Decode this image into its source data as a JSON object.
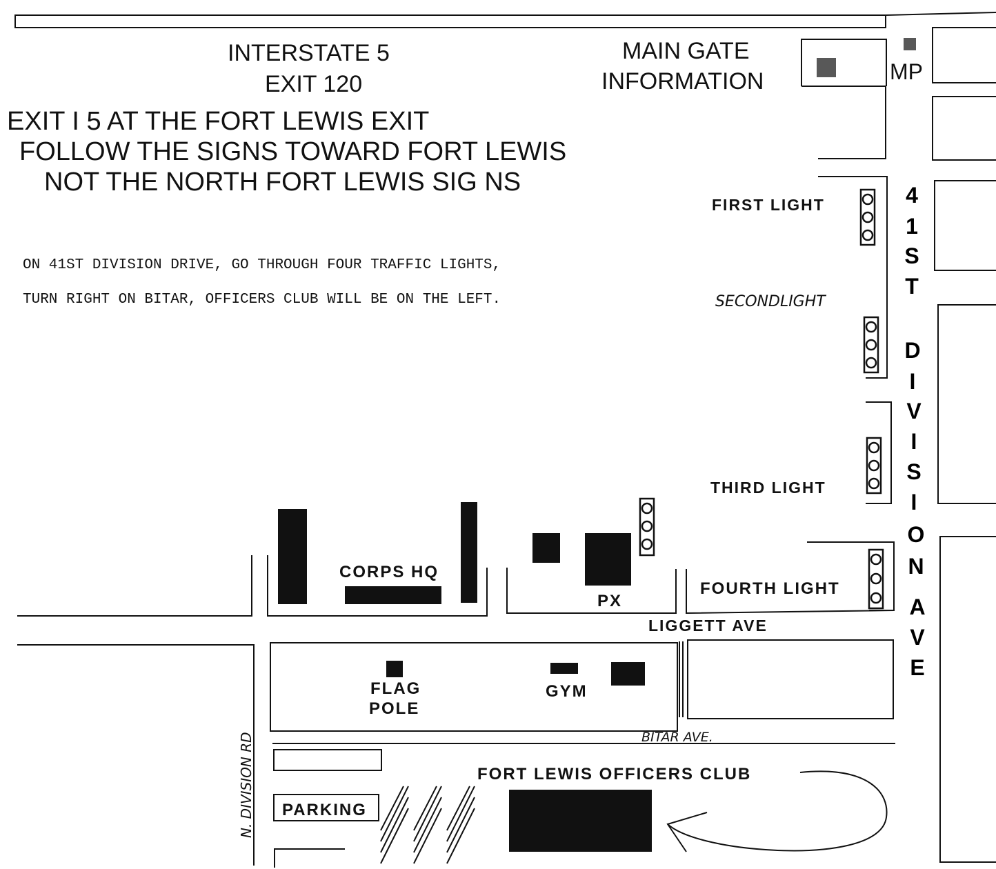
{
  "header": {
    "interstate_line1": "INTERSTATE 5",
    "interstate_line2": "EXIT 120",
    "main_gate_line1": "MAIN GATE",
    "main_gate_line2": "INFORMATION",
    "mp": "MP"
  },
  "directions": {
    "line1": "EXIT I 5 AT THE FORT LEWIS EXIT",
    "line2": "FOLLOW THE SIGNS TOWARD FORT LEWIS",
    "line3": "NOT THE NORTH FORT LEWIS  SIG  NS",
    "note1": "ON 41ST DIVISION DRIVE, GO THROUGH FOUR TRAFFIC LIGHTS,",
    "note2": "TURN RIGHT ON BITAR, OFFICERS CLUB WILL BE ON THE LEFT."
  },
  "lights": {
    "first": "FIRST LIGHT",
    "second": "SECONDLIGHT",
    "third": "THIRD LIGHT",
    "fourth": "FOURTH LIGHT"
  },
  "streets": {
    "main_avenue_chars": [
      "4",
      "1",
      "S",
      "T",
      "D",
      "I",
      "V",
      "I",
      "S",
      "I",
      "O",
      "N",
      "A",
      "V",
      "E"
    ],
    "liggett": "LIGGETT AVE",
    "bitar": "BITAR AVE.",
    "n_division": "N. DIVISION RD"
  },
  "places": {
    "corps_hq": "CORPS HQ",
    "px": "PX",
    "flag_line1": "FLAG",
    "flag_line2": "POLE",
    "gym": "GYM",
    "officers_club": "FORT LEWIS OFFICERS CLUB",
    "parking": "PARKING"
  }
}
